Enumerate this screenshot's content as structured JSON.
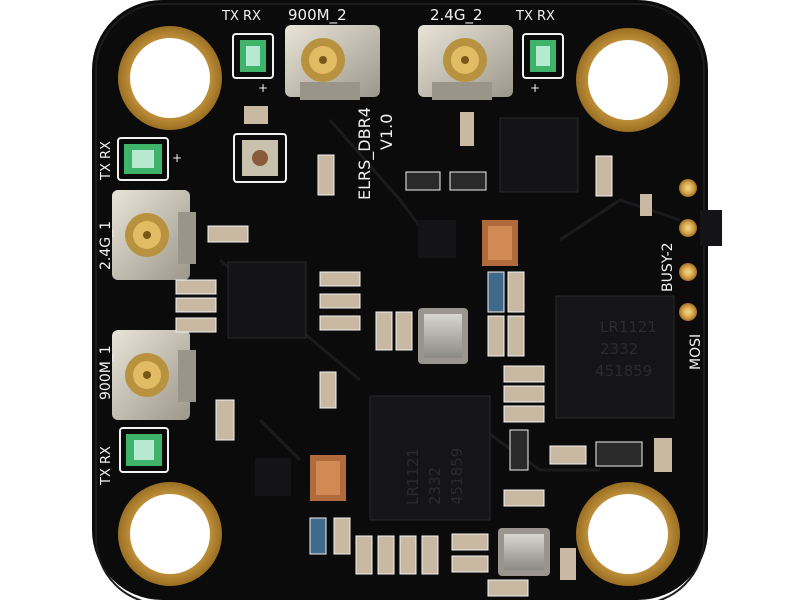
{
  "silkscreen": {
    "top_tx_rx_left": "TX RX",
    "top_900m_2": "900M_2",
    "top_24g_2": "2.4G_2",
    "top_tx_rx_right": "TX RX",
    "board_name": "ELRS_DBR4",
    "board_version": "V1.0",
    "left_tx_rx_top": "TX RX",
    "left_24g_1": "2.4G_1",
    "left_900m_1": "900M_1",
    "left_tx_rx_bottom": "TX RX",
    "busy_2": "BUSY-2",
    "mosi": "MOSI",
    "plus": "+"
  },
  "chips": {
    "main_right_line1": "LR1121",
    "main_right_line2": "2332",
    "main_right_line3": "451859",
    "main_center_line1": "LR1121",
    "main_center_line2": "2332",
    "main_center_line3": "451859"
  },
  "colors": {
    "pcb": "#0b0b0c",
    "gold": "#d6a64a",
    "silkscreen": "#f2f2f2",
    "led_green": "#3fb36a",
    "antenna_body": "#c8c2b4"
  }
}
